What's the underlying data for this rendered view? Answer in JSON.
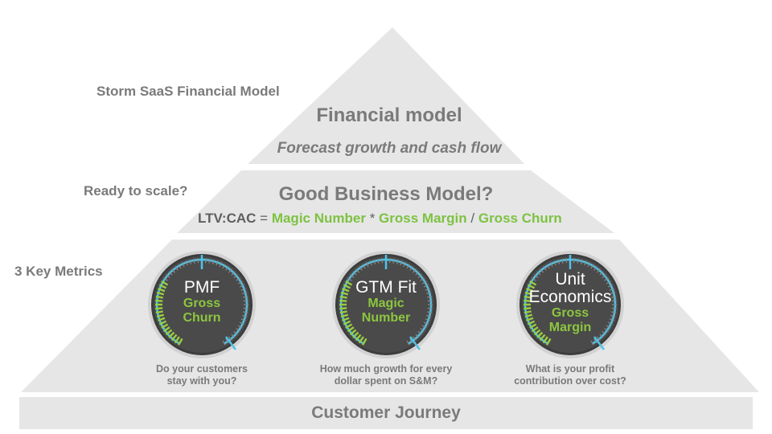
{
  "top": {
    "side_label": "Storm SaaS Financial Model",
    "title": "Financial model",
    "subtitle": "Forecast growth and cash flow"
  },
  "middle": {
    "side_label": "Ready to scale?",
    "title": "Good Business Model?",
    "formula": {
      "lhs": "LTV:CAC",
      "eq": "=",
      "term1": "Magic Number",
      "op1": "*",
      "term2": "Gross Margin",
      "op2": "/",
      "term3": "Gross Churn"
    }
  },
  "bottom": {
    "side_label": "3 Key Metrics",
    "metrics": [
      {
        "title_lines": [
          "PMF"
        ],
        "metric_lines": [
          "Gross",
          "Churn"
        ],
        "question_lines": [
          "Do your customers",
          "stay with you?"
        ]
      },
      {
        "title_lines": [
          "GTM Fit"
        ],
        "metric_lines": [
          "Magic",
          "Number"
        ],
        "question_lines": [
          "How much growth for every",
          "dollar spent on S&M?"
        ]
      },
      {
        "title_lines": [
          "Unit",
          "Economics"
        ],
        "metric_lines": [
          "Gross",
          "Margin"
        ],
        "question_lines": [
          "What is your profit",
          "contribution over cost?"
        ]
      }
    ]
  },
  "base": {
    "label": "Customer Journey"
  },
  "colors": {
    "tier_fill": "#e6e6e6",
    "text_gray": "#7a7a7a",
    "accent_green": "#7dc242",
    "gauge_dark": "#4a4a4a",
    "gauge_cyan": "#4fc3e8"
  }
}
